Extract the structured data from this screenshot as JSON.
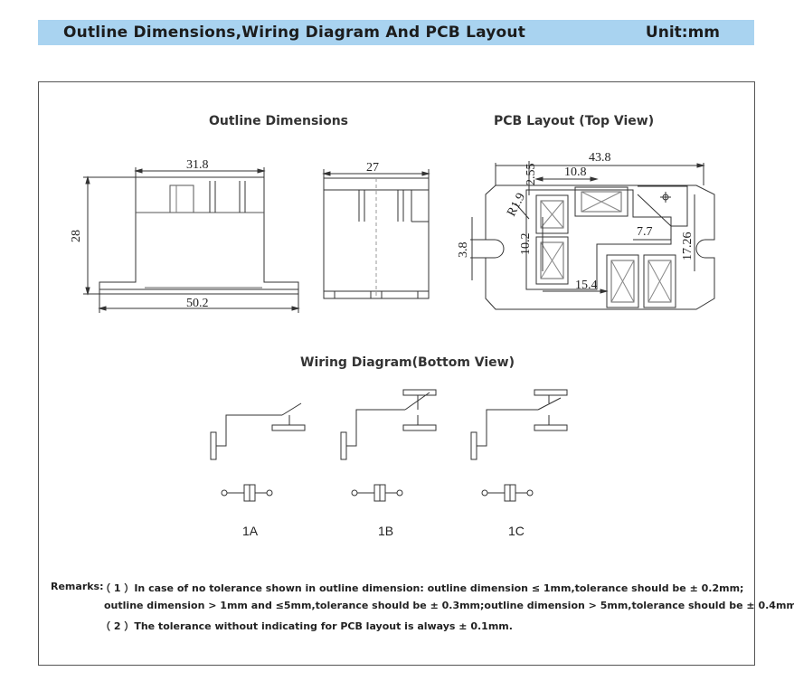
{
  "header": {
    "title": "Outline Dimensions,Wiring Diagram And PCB Layout",
    "unit": "Unit:mm"
  },
  "outline": {
    "title": "Outline Dimensions",
    "dim_width_top": "31.8",
    "dim_height": "28",
    "dim_width_bottom": "50.2",
    "dim_side_width": "27"
  },
  "pcb": {
    "title": "PCB Layout (Top View)",
    "dims": {
      "overall": "43.8",
      "d2_55": "2.55",
      "d10_8": "10.8",
      "r1_9": "R1.9",
      "d10_2": "10.2",
      "d3_8": "3.8",
      "d7_7": "7.7",
      "d17_26": "17.26",
      "d15_4": "15.4"
    }
  },
  "wiring": {
    "title": "Wiring Diagram(Bottom View)",
    "types": [
      "1A",
      "1B",
      "1C"
    ]
  },
  "remarks": {
    "label": "Remarks:",
    "line1": "（ 1 ）In case of no tolerance shown in outline dimension: outline dimension ≤ 1mm,tolerance should be ± 0.2mm;",
    "line2": "outline dimension > 1mm and ≤5mm,tolerance should be ± 0.3mm;outline dimension > 5mm,tolerance should be ± 0.4mm.",
    "line3": "（ 2 ）The tolerance without indicating for PCB layout is always ± 0.1mm."
  }
}
